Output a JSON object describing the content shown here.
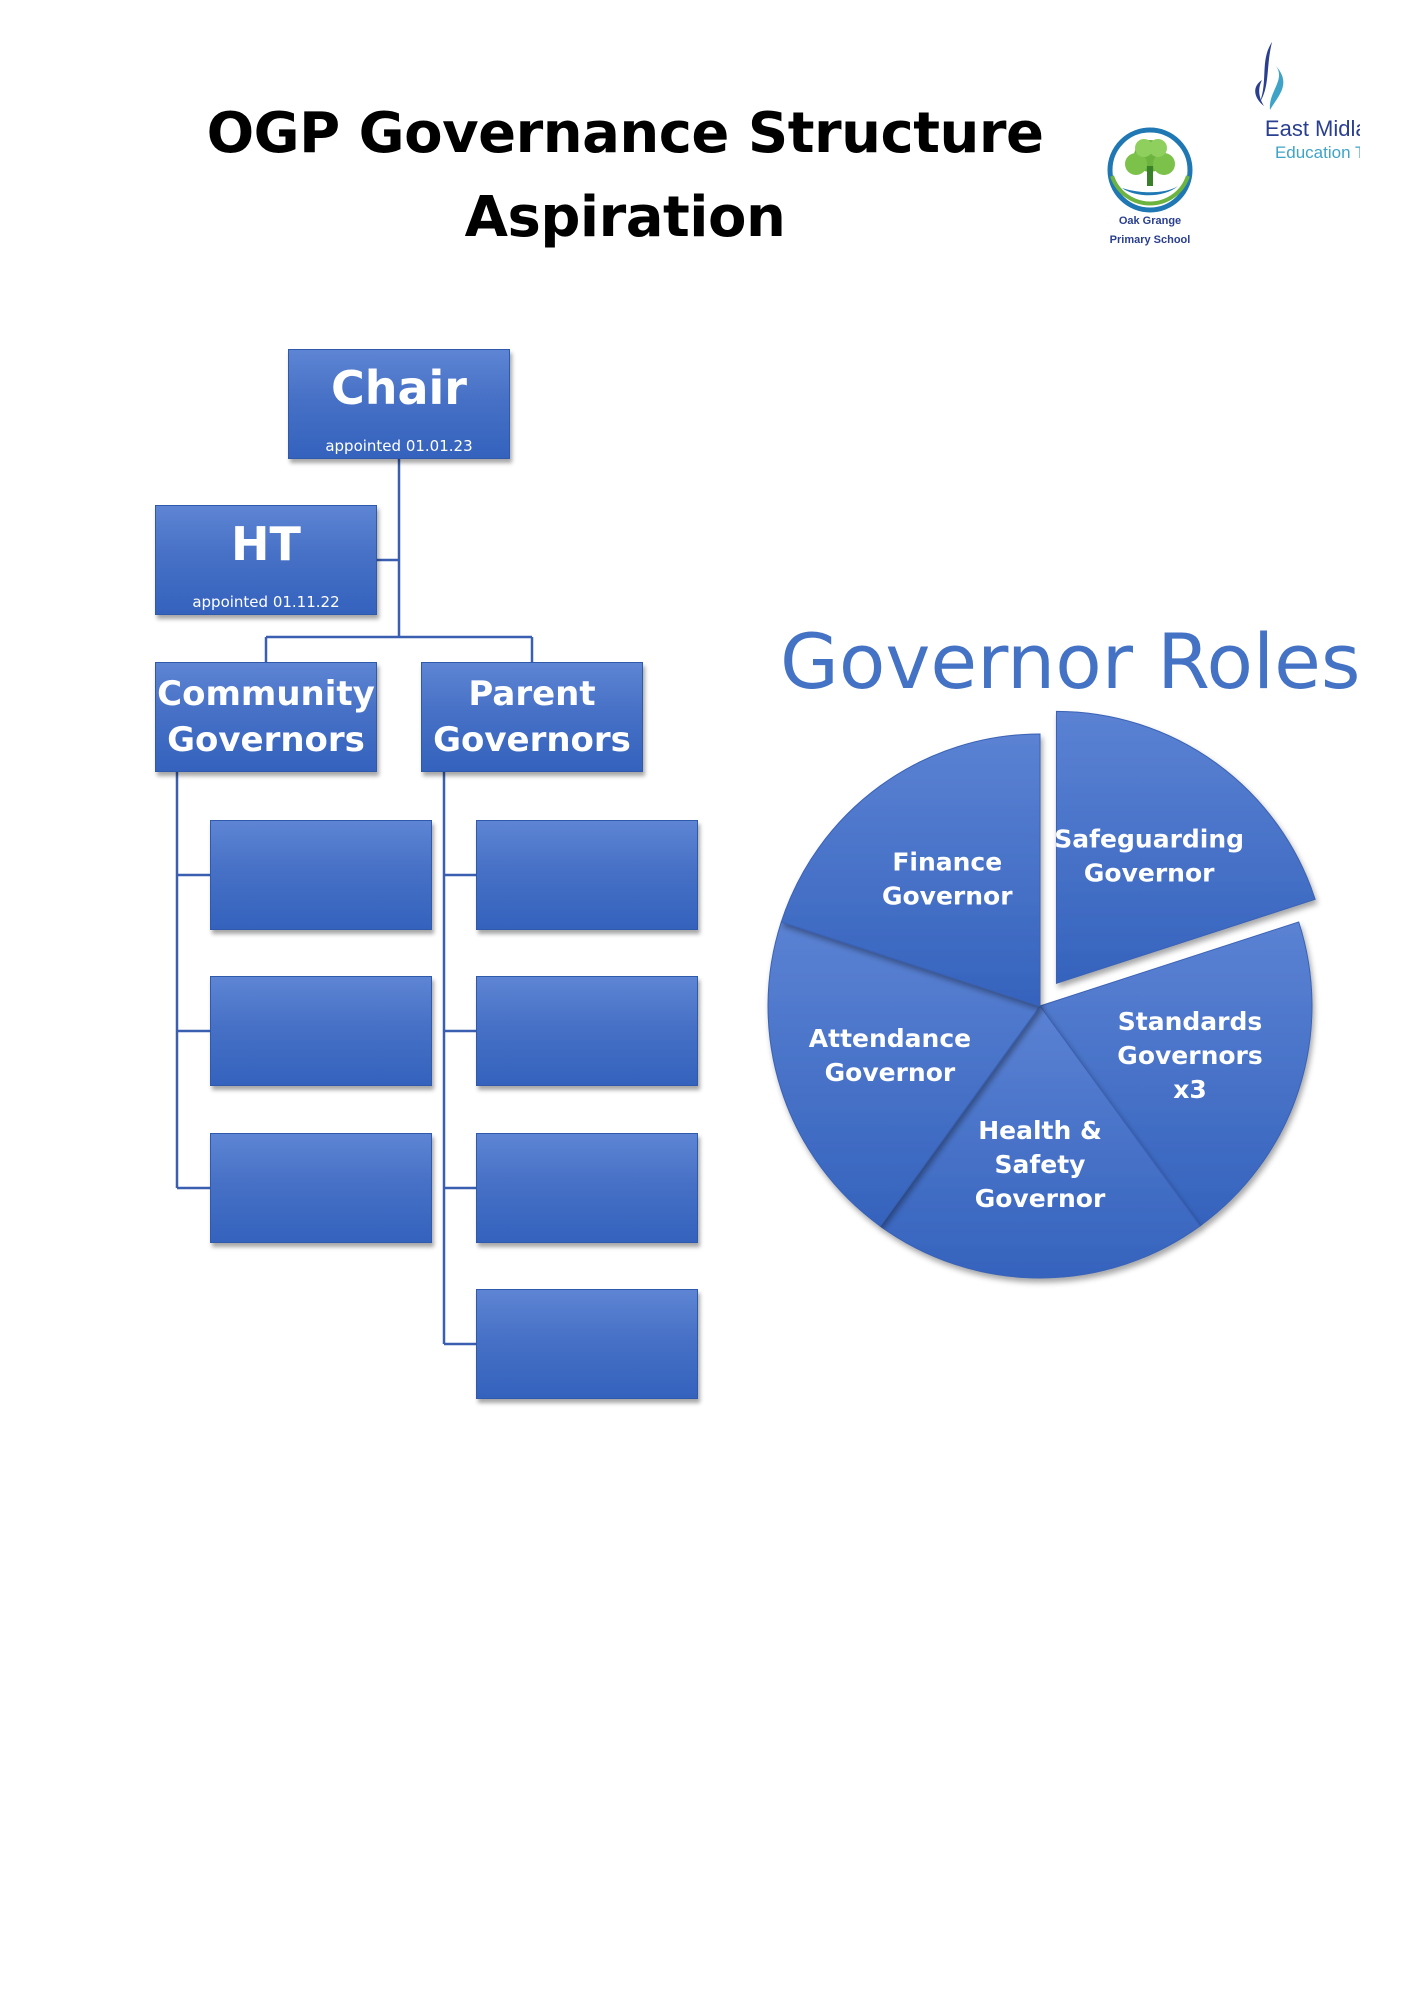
{
  "title": {
    "line1": "OGP Governance Structure",
    "line2": "Aspiration"
  },
  "logos": {
    "trust_line1": "East Midlands",
    "trust_line2": "Education Trust",
    "school_line1": "Oak Grange",
    "school_line2": "Primary School",
    "trust_color": "#2a3f8f",
    "trust_accent": "#3fa3c8",
    "school_green": "#6cb33f",
    "school_blue": "#1f78b4"
  },
  "org_chart": {
    "chair": {
      "label": "Chair",
      "appointed": "appointed 01.01.23"
    },
    "ht": {
      "label": "HT",
      "appointed": "appointed 01.11.22"
    },
    "community": {
      "label": "Community Governors",
      "members": [
        "",
        "",
        ""
      ]
    },
    "parent": {
      "label": "Parent Governors",
      "members": [
        "",
        "",
        "",
        ""
      ]
    },
    "box_color": "#4472c4",
    "line_color": "#3a5fb0"
  },
  "roles": {
    "title": "Governor Roles",
    "color": "#4472c4"
  },
  "chart_data": {
    "type": "pie",
    "title": "Governor Roles",
    "slices": [
      {
        "label": "Safeguarding Governor",
        "value": 1,
        "exploded": true
      },
      {
        "label": "Standards Governors x3",
        "value": 1,
        "exploded": false
      },
      {
        "label": "Health & Safety Governor",
        "value": 1,
        "exploded": false
      },
      {
        "label": "Attendance Governor",
        "value": 1,
        "exploded": false
      },
      {
        "label": "Finance Governor",
        "value": 1,
        "exploded": false
      }
    ],
    "label_lines": [
      [
        "Safeguarding",
        "Governor"
      ],
      [
        "Standards",
        "Governors",
        "x3"
      ],
      [
        "Health &",
        "Safety",
        "Governor"
      ],
      [
        "Attendance",
        "Governor"
      ],
      [
        "Finance",
        "Governor"
      ]
    ],
    "color": "#4472c4"
  }
}
